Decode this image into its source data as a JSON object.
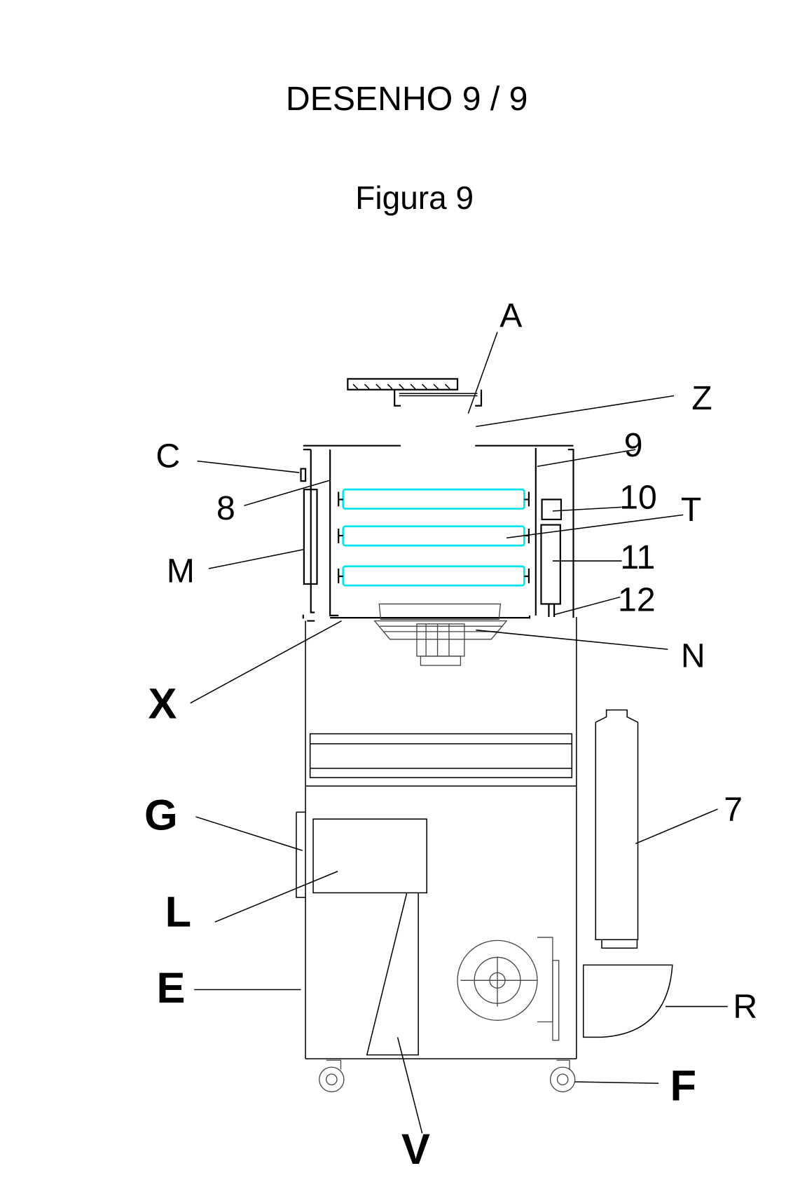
{
  "header": {
    "title": "DESENHO 9 / 9",
    "figure": "Figura 9"
  },
  "labels": {
    "A": "A",
    "Z": "Z",
    "C": "C",
    "n9": "9",
    "n8": "8",
    "n10": "10",
    "T": "T",
    "M": "M",
    "n11": "11",
    "n12": "12",
    "N": "N",
    "X": "X",
    "G": "G",
    "n7": "7",
    "L": "L",
    "E": "E",
    "R": "R",
    "F": "F",
    "V": "V"
  },
  "colors": {
    "lamp": "#00e5ee"
  }
}
